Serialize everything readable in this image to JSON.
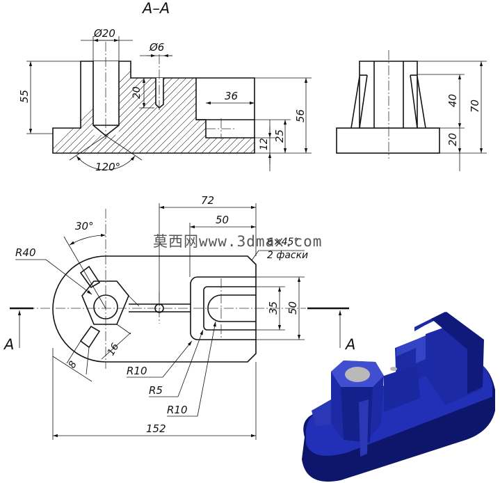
{
  "section_title": "A–A",
  "section_mark": "A",
  "dimensions": {
    "hole_dia": "Ø20",
    "small_hole_dia": "Ø6",
    "boss_height": "55",
    "hole_depth": "20",
    "slot_width": "36",
    "total_height": "56",
    "slot_depth": "25",
    "base_height": "12",
    "cone_angle": "120°",
    "side_rib_height": "40",
    "side_total_height": "70",
    "side_base_height": "20",
    "len_72": "72",
    "len_50": "50",
    "angle_30": "30°",
    "radius_40": "R40",
    "chamfer": "6×45°",
    "chamfer_note": "2 фаски",
    "slot_35": "35",
    "width_50": "50",
    "rib_8": "8",
    "hex_16": "16",
    "radius_10a": "R10",
    "radius_5": "R5",
    "radius_10b": "R10",
    "total_length": "152"
  },
  "watermark": "莫西网www.3dmax.com",
  "colors": {
    "line": "#111111",
    "model_blue": "#1c2aa6",
    "model_dark": "#0d166a",
    "model_light": "#3f4fd0",
    "hole_gray": "#b9b9b9"
  }
}
